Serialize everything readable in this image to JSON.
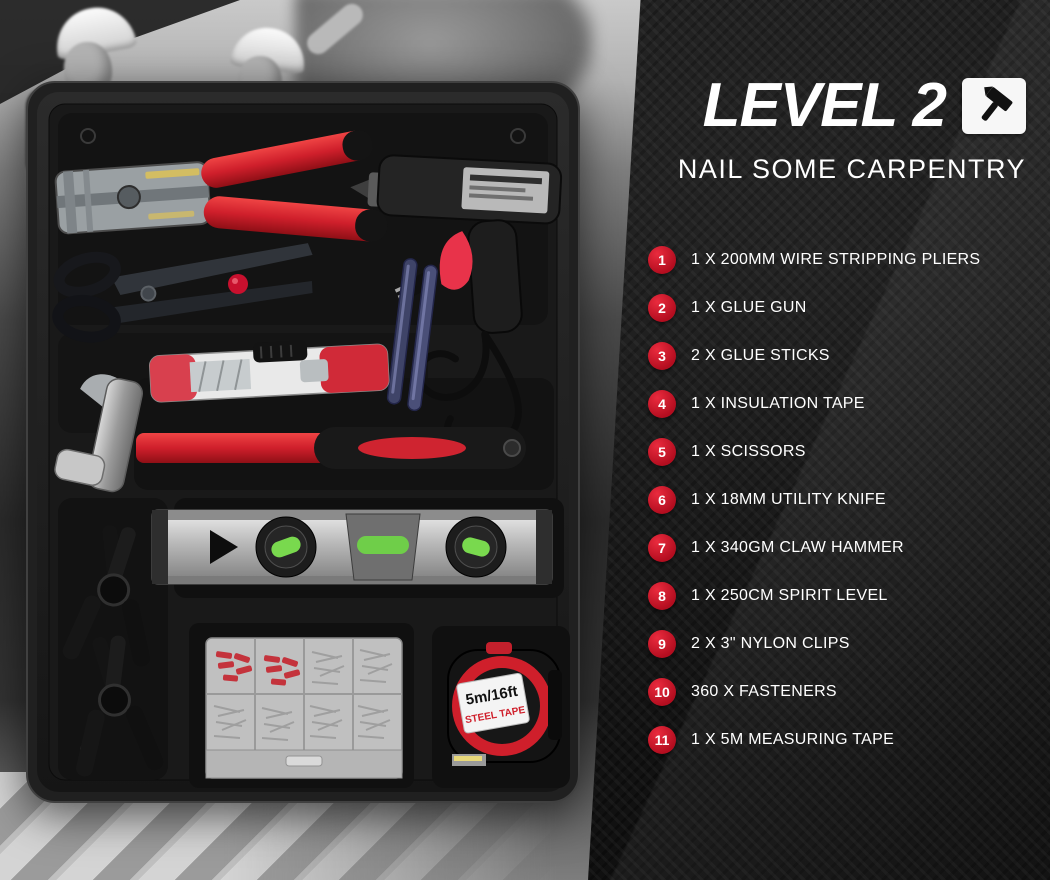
{
  "header": {
    "level_title": "LEVEL 2",
    "subtitle": "NAIL SOME CARPENTRY"
  },
  "items": [
    {
      "number": "1",
      "label": "1 X 200MM WIRE STRIPPING PLIERS"
    },
    {
      "number": "2",
      "label": "1 X GLUE GUN"
    },
    {
      "number": "3",
      "label": "2 X GLUE STICKS"
    },
    {
      "number": "4",
      "label": "1 X INSULATION TAPE"
    },
    {
      "number": "5",
      "label": "1 X SCISSORS"
    },
    {
      "number": "6",
      "label": "1 X 18MM UTILITY KNIFE"
    },
    {
      "number": "7",
      "label": "1 X 340GM CLAW HAMMER"
    },
    {
      "number": "8",
      "label": "1 X 250CM SPIRIT LEVEL"
    },
    {
      "number": "9",
      "label": "2 X 3\" NYLON CLIPS"
    },
    {
      "number": "10",
      "label": "360 X FASTENERS"
    },
    {
      "number": "11",
      "label": "1 X 5M MEASURING TAPE"
    }
  ],
  "tape": {
    "line1": "5m/16ft",
    "line2": "STEEL TAPE"
  },
  "icons": {
    "title_icon": "hammer-icon"
  },
  "colors": {
    "badge_red": "#c8102e",
    "accent_red": "#d5202c",
    "background_dark": "#141414",
    "text_white": "#ffffff"
  }
}
